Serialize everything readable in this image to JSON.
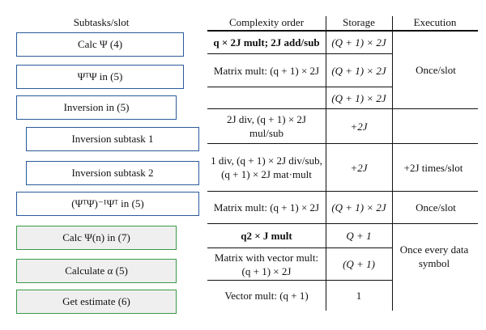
{
  "subtasks": {
    "title": "Subtasks/slot",
    "items": [
      {
        "id": "calc-psi",
        "text": "Calc Ψ (4)"
      },
      {
        "id": "psit-psi",
        "text": "ΨᵀΨ in (5)"
      },
      {
        "id": "inversion",
        "text": "Inversion in (5)"
      },
      {
        "id": "inv-sub-1",
        "text": "Inversion subtask 1"
      },
      {
        "id": "inv-sub-2",
        "text": "Inversion subtask 2"
      },
      {
        "id": "pseudo-inverse",
        "text": "(ΨᵀΨ)⁻¹Ψᵀ in (5)"
      },
      {
        "id": "calc-psi-n",
        "text": "Calc Ψ(n) in (7)"
      },
      {
        "id": "calc-alpha",
        "text": "Calculate α (5)"
      },
      {
        "id": "get-estimate",
        "text": "Get estimate (6)"
      }
    ]
  },
  "table": {
    "headers": {
      "complexity": "Complexity order",
      "storage": "Storage",
      "execution": "Execution"
    },
    "rows": [
      {
        "complexity": "q × 2J mult; 2J add/sub",
        "storage": "(Q + 1) × 2J"
      },
      {
        "complexity": "Matrix mult: (q + 1) × 2J",
        "storage": "(Q + 1) × 2J"
      },
      {
        "complexity": "",
        "storage": "(Q + 1) × 2J"
      },
      {
        "complexity": "2J div, (q + 1) × 2J mul/sub",
        "storage": "+2J"
      },
      {
        "complexity": "1 div, (q + 1) × 2J div/sub, (q + 1) × 2J mat·mult",
        "storage": "+2J"
      },
      {
        "complexity": "Matrix mult: (q + 1) × 2J",
        "storage": "(Q + 1) × 2J"
      },
      {
        "complexity": "q2 × J mult",
        "storage": "Q + 1"
      },
      {
        "complexity": "Matrix with vector mult: (q + 1) × 2J",
        "storage": "(Q + 1)"
      },
      {
        "complexity": "Vector mult: (q + 1)",
        "storage": "1"
      }
    ],
    "execution": {
      "once_slot_1": "Once/slot",
      "times_slot": "+2J times/slot",
      "once_slot_2": "Once/slot",
      "once_every_symbol": "Once every data symbol"
    }
  }
}
